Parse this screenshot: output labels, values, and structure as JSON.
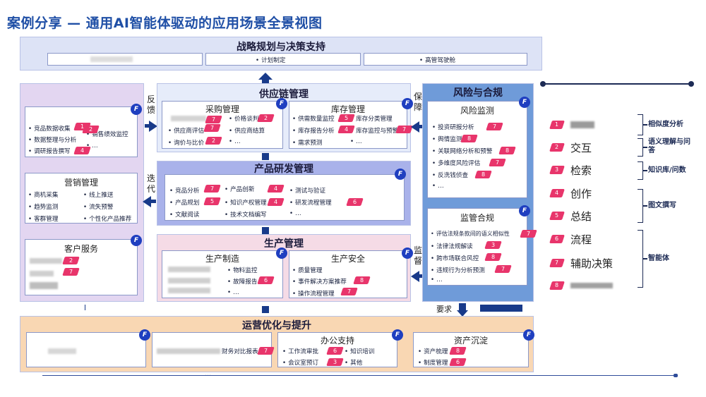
{
  "title": "案例分享 — 通用AI智能体驱动的应用场景全景视图",
  "strategy": {
    "title": "战略规划与决策支持",
    "items": [
      "计划制定",
      "高管驾驶舱"
    ]
  },
  "supply_chain": {
    "title": "供应链管理",
    "procurement": {
      "title": "采购管理",
      "items": [
        "价格谈判",
        "供应商评估",
        "供应商结算",
        "询价与比价",
        "…"
      ]
    },
    "inventory": {
      "title": "库存管理",
      "items": [
        "供需数量监控",
        "库存分类管理",
        "库存报告分析",
        "库存监控与预警",
        "需求预测",
        "…"
      ]
    }
  },
  "market": {
    "left_items": [
      "竞品数据收集",
      "数据整理与分析",
      "调研报告撰写"
    ],
    "right_items": [
      "销售绩效监控",
      "…"
    ]
  },
  "marketing": {
    "title": "营销管理",
    "left_items": [
      "商机采集",
      "趋势监测",
      "客群管理"
    ],
    "right_items": [
      "线上推送",
      "流失预警",
      "个性化产品推荐"
    ]
  },
  "customer": {
    "title": "客户服务"
  },
  "rnd": {
    "title": "产品研发管理",
    "col1": [
      "竞品分析",
      "产品规划",
      "文献阅读"
    ],
    "col2": [
      "产品创新",
      "知识产权管理",
      "技术文档编写"
    ],
    "col3": [
      "测试与验证",
      "研发流程管理",
      "…"
    ]
  },
  "production": {
    "title": "生产管理",
    "manufacturing": {
      "title": "生产制造",
      "items": [
        "物料监控",
        "故障报告",
        "…"
      ]
    },
    "safety": {
      "title": "生产安全",
      "items": [
        "质量管理",
        "事件解决方案推荐",
        "操作流程管理"
      ]
    }
  },
  "risk": {
    "title": "风险与合规",
    "monitoring": {
      "title": "风险监测",
      "items": [
        "投资研报分析",
        "舆情监测",
        "关联网络分析和预警",
        "多维度风险评估",
        "反洗钱侦查",
        "…"
      ]
    },
    "regulatory": {
      "title": "监管合规",
      "items": [
        "评估法规条款间的语义相似性",
        "法律法规解读",
        "跨市场联合风控",
        "违规行为分析预测",
        "…"
      ]
    }
  },
  "operations": {
    "title": "运营优化与提升",
    "office": {
      "title": "办公支持",
      "items": [
        "工作流审批",
        "知识培训",
        "会议室预订",
        "其他"
      ]
    },
    "assets": {
      "title": "资产沉淀",
      "items": [
        "资产梳理",
        "制度管理"
      ]
    },
    "middle_item": "财务对比报表",
    "ellipsis": "…"
  },
  "side_labels": {
    "feedback": "反馈",
    "iterate": "迭代",
    "guarantee": "保障",
    "supervise": "监督",
    "requirement": "要求"
  },
  "badge_glyph": "F",
  "legend": {
    "items": [
      {
        "num": "1",
        "label": ""
      },
      {
        "num": "2",
        "label": "交互"
      },
      {
        "num": "3",
        "label": "检索"
      },
      {
        "num": "4",
        "label": "创作"
      },
      {
        "num": "5",
        "label": "总结"
      },
      {
        "num": "6",
        "label": "流程"
      },
      {
        "num": "7",
        "label": "辅助决策"
      },
      {
        "num": "8",
        "label": ""
      }
    ],
    "groups": [
      "相似度分析",
      "语义理解与问答",
      "知识库/问数",
      "图文撰写",
      "智能体"
    ]
  },
  "colors": {
    "title": "#1f4fa6",
    "badge": "#e8356b",
    "accent_blue": "#1f3fc0",
    "strategy_bg": "#dde3f6",
    "left_col_bg": "#e3d6f1",
    "supply_bg": "#e6ecfa",
    "rnd_bg": "#a9b2ea",
    "production_bg": "#f5dbe6",
    "risk_bg": "#6f9bd9",
    "operations_bg": "#f9d7b3"
  }
}
